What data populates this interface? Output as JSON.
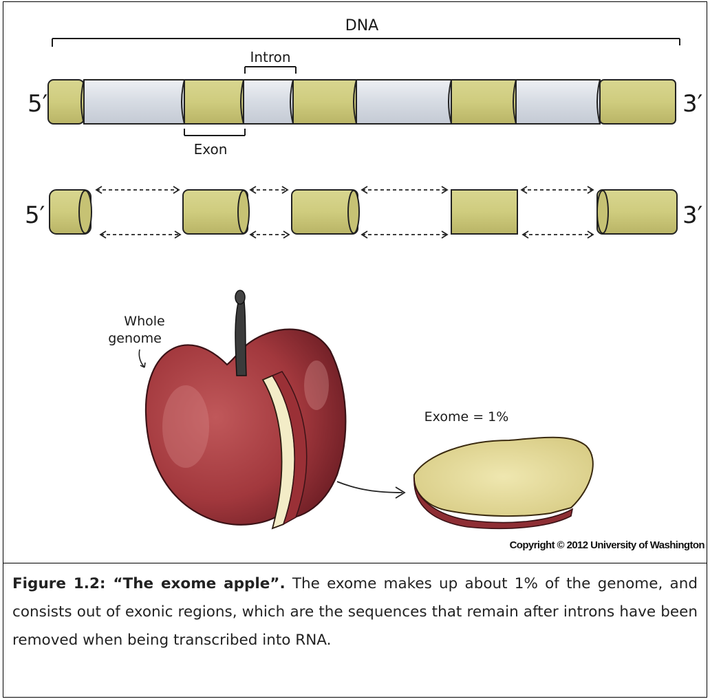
{
  "diagram": {
    "dna_label": "DNA",
    "intron_label": "Intron",
    "exon_label": "Exon",
    "five_prime": "5′",
    "three_prime": "3′",
    "whole_genome_line1": "Whole",
    "whole_genome_line2": "genome",
    "exome_label": "Exome = 1%",
    "copyright": "Copyright © 2012 University of Washington"
  },
  "colors": {
    "exon": "#c9c77a",
    "intron": "#d7dce4",
    "apple": "#a83a3f",
    "slice": "#e6dc9a"
  },
  "caption": {
    "title": "Figure 1.2: “The exome apple”.",
    "body": " The exome makes up about 1% of the genome, and consists out of exonic regions, which are the sequences that remain after introns have been removed when being transcribed into RNA."
  }
}
